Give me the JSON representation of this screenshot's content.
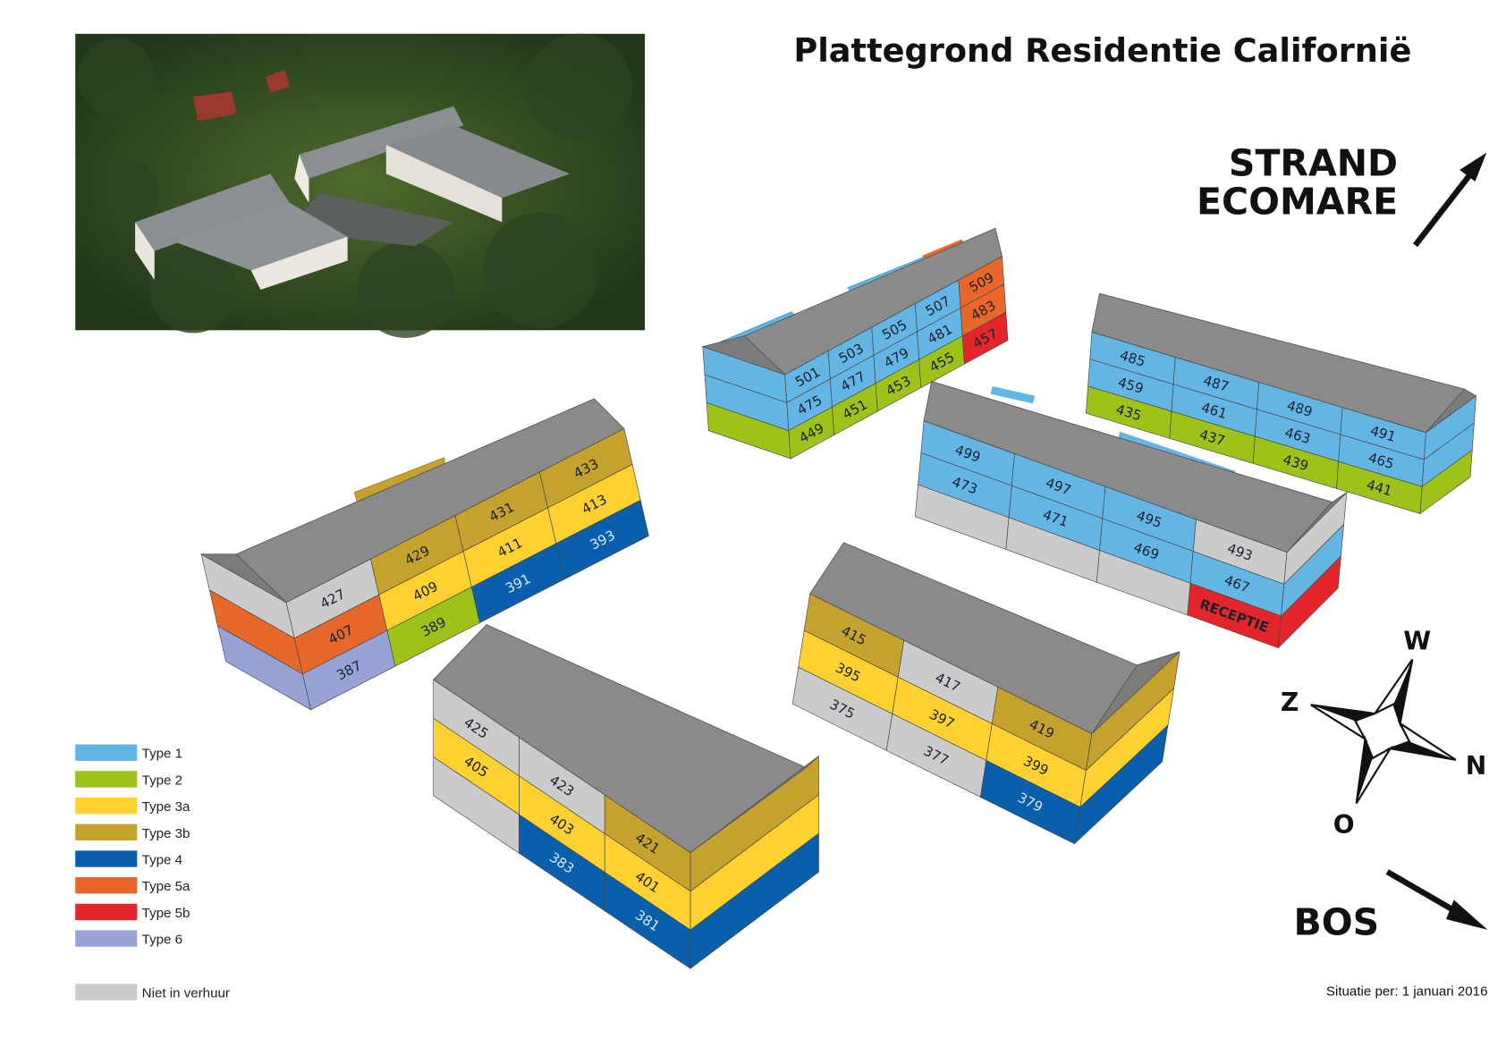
{
  "title": "Plattegrond Residentie Californië",
  "directions": {
    "top_line1": "STRAND",
    "top_line2": "ECOMARE",
    "bottom": "BOS"
  },
  "compass": {
    "north": "N",
    "south": "Z",
    "east": "O",
    "west": "W"
  },
  "footer": "Situatie per: 1 januari 2016",
  "colors": {
    "t1": "#63b5e4",
    "t2": "#9dc21a",
    "t3a": "#fdd130",
    "t3b": "#c5a22e",
    "t4": "#0a5fad",
    "t5a": "#e8672a",
    "t5b": "#e2262a",
    "t6": "#97a3d4",
    "nv": "#cbcbcb",
    "roof": "#8a8a8a",
    "gable": "#7b7b7b"
  },
  "legend": [
    {
      "label": "Type 1",
      "key": "t1"
    },
    {
      "label": "Type 2",
      "key": "t2"
    },
    {
      "label": "Type 3a",
      "key": "t3a"
    },
    {
      "label": "Type 3b",
      "key": "t3b"
    },
    {
      "label": "Type 4",
      "key": "t4"
    },
    {
      "label": "Type 5a",
      "key": "t5a"
    },
    {
      "label": "Type 5b",
      "key": "t5b"
    },
    {
      "label": "Type 6",
      "key": "t6"
    }
  ],
  "legend_unlet": {
    "label": "Niet in verhuur",
    "key": "nv"
  },
  "buildings": [
    {
      "id": "a",
      "rows": [
        [
          {
            "n": "501",
            "t": "t1"
          },
          {
            "n": "503",
            "t": "t1"
          },
          {
            "n": "505",
            "t": "t1"
          },
          {
            "n": "507",
            "t": "t1"
          },
          {
            "n": "509",
            "t": "t5a"
          }
        ],
        [
          {
            "n": "475",
            "t": "t1"
          },
          {
            "n": "477",
            "t": "t1"
          },
          {
            "n": "479",
            "t": "t1"
          },
          {
            "n": "481",
            "t": "t1"
          },
          {
            "n": "483",
            "t": "t5a"
          }
        ],
        [
          {
            "n": "449",
            "t": "t2"
          },
          {
            "n": "451",
            "t": "t2"
          },
          {
            "n": "453",
            "t": "t2"
          },
          {
            "n": "455",
            "t": "t2"
          },
          {
            "n": "457",
            "t": "t5b"
          }
        ]
      ]
    },
    {
      "id": "b",
      "rows": [
        [
          {
            "n": "485",
            "t": "t1"
          },
          {
            "n": "487",
            "t": "t1"
          },
          {
            "n": "489",
            "t": "t1"
          },
          {
            "n": "491",
            "t": "t1"
          }
        ],
        [
          {
            "n": "459",
            "t": "t1"
          },
          {
            "n": "461",
            "t": "t1"
          },
          {
            "n": "463",
            "t": "t1"
          },
          {
            "n": "465",
            "t": "t1"
          }
        ],
        [
          {
            "n": "435",
            "t": "t2"
          },
          {
            "n": "437",
            "t": "t2"
          },
          {
            "n": "439",
            "t": "t2"
          },
          {
            "n": "441",
            "t": "t2"
          }
        ]
      ]
    },
    {
      "id": "c",
      "rows": [
        [
          {
            "n": "499",
            "t": "t1"
          },
          {
            "n": "497",
            "t": "t1"
          },
          {
            "n": "495",
            "t": "t1"
          },
          {
            "n": "493",
            "t": "nv"
          }
        ],
        [
          {
            "n": "473",
            "t": "t1"
          },
          {
            "n": "471",
            "t": "t1"
          },
          {
            "n": "469",
            "t": "t1"
          },
          {
            "n": "467",
            "t": "t1"
          }
        ],
        [
          {
            "n": "",
            "t": "nv"
          },
          {
            "n": "",
            "t": "nv"
          },
          {
            "n": "",
            "t": "nv"
          },
          {
            "n": "RECEPTIE",
            "t": "t5b"
          }
        ]
      ]
    },
    {
      "id": "d",
      "rows": [
        [
          {
            "n": "427",
            "t": "nv"
          },
          {
            "n": "429",
            "t": "t3b"
          },
          {
            "n": "431",
            "t": "t3b"
          },
          {
            "n": "433",
            "t": "t3b"
          }
        ],
        [
          {
            "n": "407",
            "t": "t5a"
          },
          {
            "n": "409",
            "t": "t3a"
          },
          {
            "n": "411",
            "t": "t3a"
          },
          {
            "n": "413",
            "t": "t3a"
          }
        ],
        [
          {
            "n": "387",
            "t": "t6"
          },
          {
            "n": "389",
            "t": "t2"
          },
          {
            "n": "391",
            "t": "t4"
          },
          {
            "n": "393",
            "t": "t4"
          }
        ]
      ]
    },
    {
      "id": "e",
      "rows": [
        [
          {
            "n": "425",
            "t": "nv"
          },
          {
            "n": "423",
            "t": "nv"
          },
          {
            "n": "421",
            "t": "t3b"
          }
        ],
        [
          {
            "n": "405",
            "t": "t3a"
          },
          {
            "n": "403",
            "t": "t3a"
          },
          {
            "n": "401",
            "t": "t3a"
          }
        ],
        [
          {
            "n": "",
            "t": "nv"
          },
          {
            "n": "383",
            "t": "t4"
          },
          {
            "n": "381",
            "t": "t4"
          }
        ]
      ]
    },
    {
      "id": "f",
      "rows": [
        [
          {
            "n": "415",
            "t": "t3b"
          },
          {
            "n": "417",
            "t": "nv"
          },
          {
            "n": "419",
            "t": "t3b"
          }
        ],
        [
          {
            "n": "395",
            "t": "t3a"
          },
          {
            "n": "397",
            "t": "t3a"
          },
          {
            "n": "399",
            "t": "t3a"
          }
        ],
        [
          {
            "n": "375",
            "t": "nv"
          },
          {
            "n": "377",
            "t": "nv"
          },
          {
            "n": "379",
            "t": "t4"
          }
        ]
      ]
    }
  ]
}
